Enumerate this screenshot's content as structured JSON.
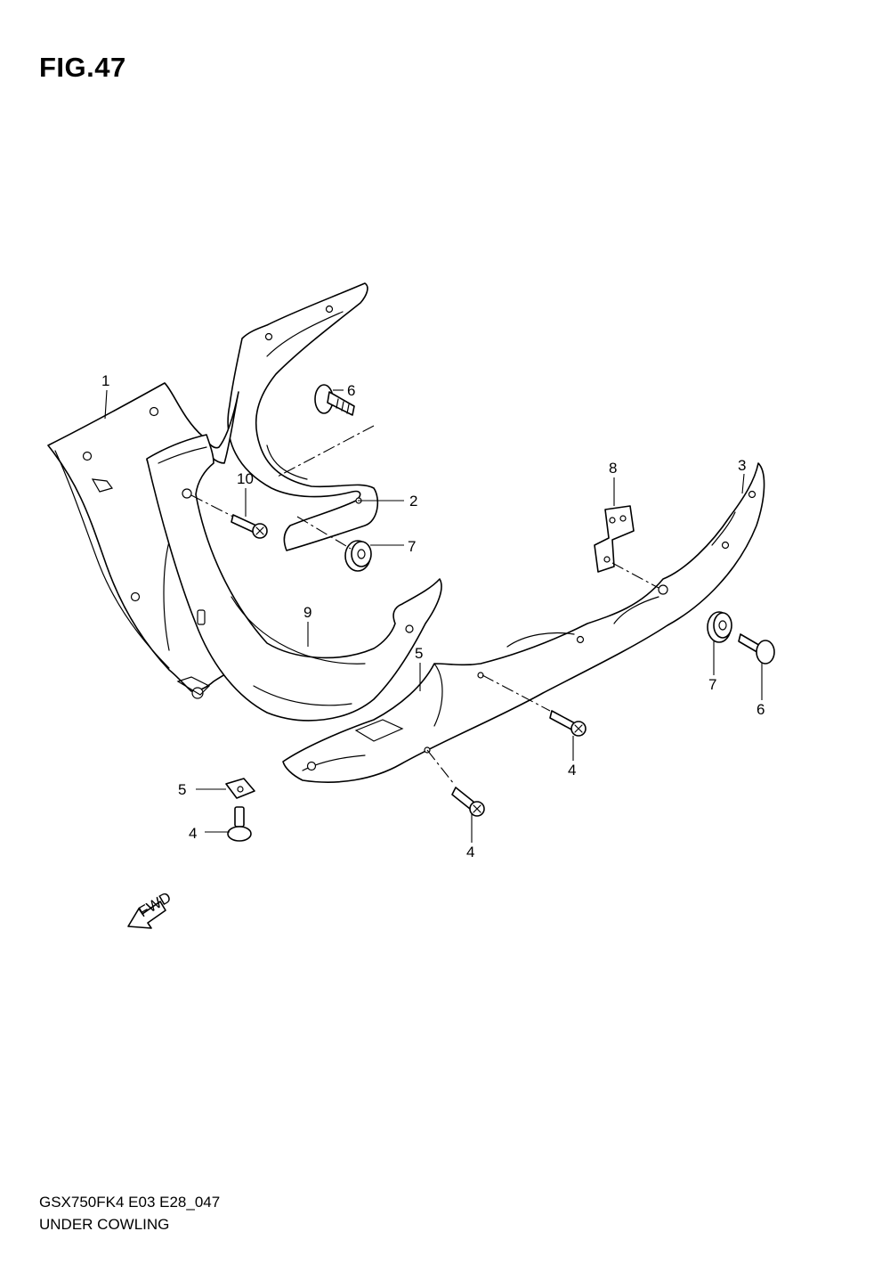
{
  "figure": {
    "title": "FIG.47",
    "model_code": "GSX750FK4 E03 E28_047",
    "caption": "UNDER COWLING",
    "fwd_label": "FWD"
  },
  "callouts": {
    "c1": "1",
    "c2": "2",
    "c3": "3",
    "c4a": "4",
    "c4b": "4",
    "c4c": "4",
    "c5a": "5",
    "c5b": "5",
    "c6a": "6",
    "c6b": "6",
    "c7a": "7",
    "c7b": "7",
    "c8": "8",
    "c9": "9",
    "c10": "10"
  }
}
